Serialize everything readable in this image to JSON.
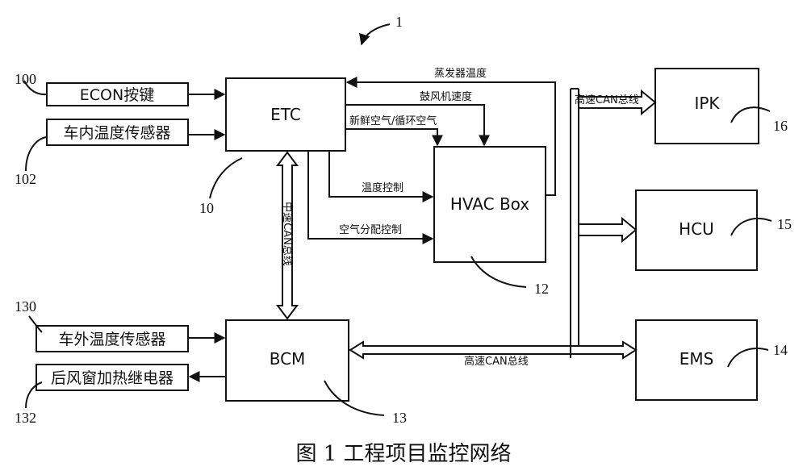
{
  "figure_ref": "1",
  "caption": "图 1  工程项目监控网络",
  "blocks": {
    "etc": "ETC",
    "hvac": "HVAC Box",
    "bcm": "BCM",
    "ipk": "IPK",
    "hcu": "HCU",
    "ems": "EMS"
  },
  "inputs": {
    "econ": "ECON按键",
    "cabin_sensor": "车内温度传感器",
    "outside_sensor": "车外温度传感器",
    "rear_heater": "后风窗加热继电器"
  },
  "signals": {
    "evaporator_temp": "蒸发器温度",
    "blower_speed": "鼓风机速度",
    "fresh_recirc": "新鲜空气/循环空气",
    "temp_control": "温度控制",
    "air_distribution": "空气分配控制",
    "mid_can": "中速CAN总线",
    "high_can_top": "高速CAN总线",
    "high_can_bottom": "高速CAN总线"
  },
  "refs": {
    "r100": "100",
    "r102": "102",
    "r130": "130",
    "r132": "132",
    "r10": "10",
    "r12": "12",
    "r13": "13",
    "r14": "14",
    "r15": "15",
    "r16": "16"
  }
}
